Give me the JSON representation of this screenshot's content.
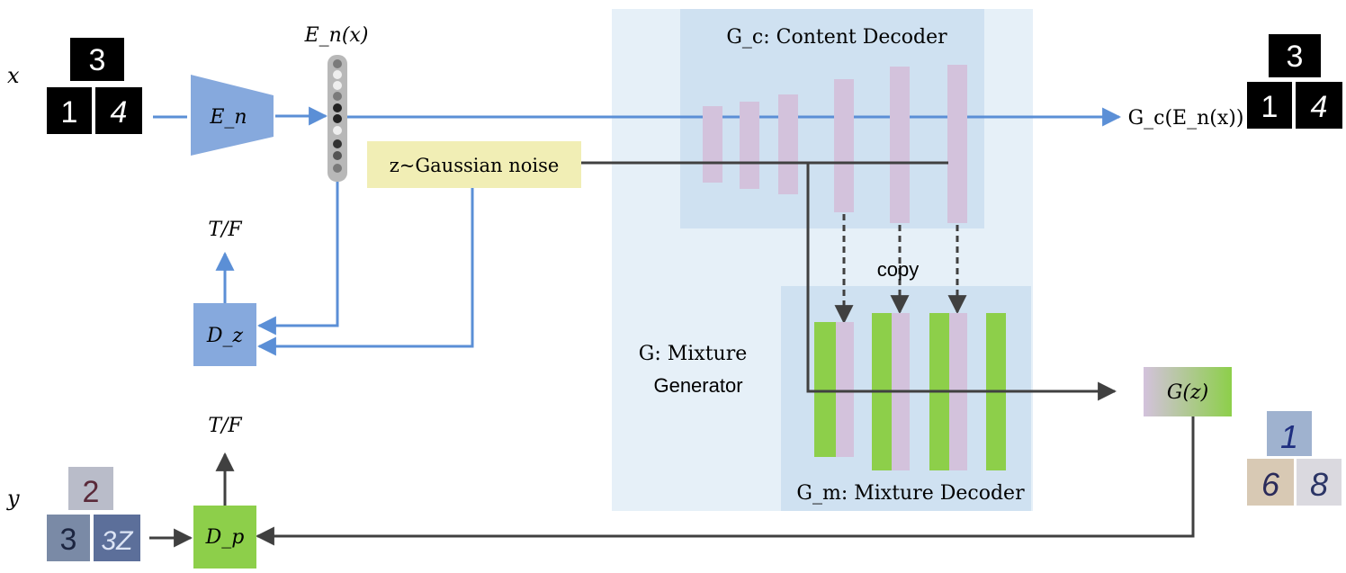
{
  "labels": {
    "x_input": "x",
    "y_input": "y",
    "encoder_output": "E_n(x)",
    "encoder": "E_n",
    "noise": "z~Gaussian noise",
    "content_decoder": "G_c: Content Decoder",
    "content_output": "G_c(E_n(x))",
    "copy": "copy",
    "mixture_generator_line1": "G: Mixture",
    "mixture_generator_line2": "Generator",
    "mixture_decoder": "G_m: Mixture Decoder",
    "generated_output": "G(z)",
    "tf_top": "T/F",
    "tf_bottom": "T/F",
    "latent_discriminator": "D_z",
    "pixel_discriminator": "D_p"
  },
  "digits": {
    "x_top": "3",
    "x_bottom_left": "1",
    "x_bottom_right": "4",
    "out_top": "3",
    "out_bottom_left": "1",
    "out_bottom_right": "4",
    "y_top": "2",
    "y_bottom_left": "3",
    "y_bottom_right": "3Z",
    "gz_top": "1",
    "gz_bottom_left": "6",
    "gz_bottom_right": "8"
  },
  "colors": {
    "blue_arrow": "#5b8fd6",
    "dark_arrow": "#404040",
    "encoder_fill": "#86a9dd",
    "panel_outer": "#e6f0f8",
    "panel_inner": "#cfe1f1",
    "noise_fill": "#f1eeb5",
    "layer_purple": "#d3c2dc",
    "layer_green": "#8dcf4a",
    "pixel_disc": "#8dcf4a",
    "latent_disc": "#86a9dd"
  }
}
